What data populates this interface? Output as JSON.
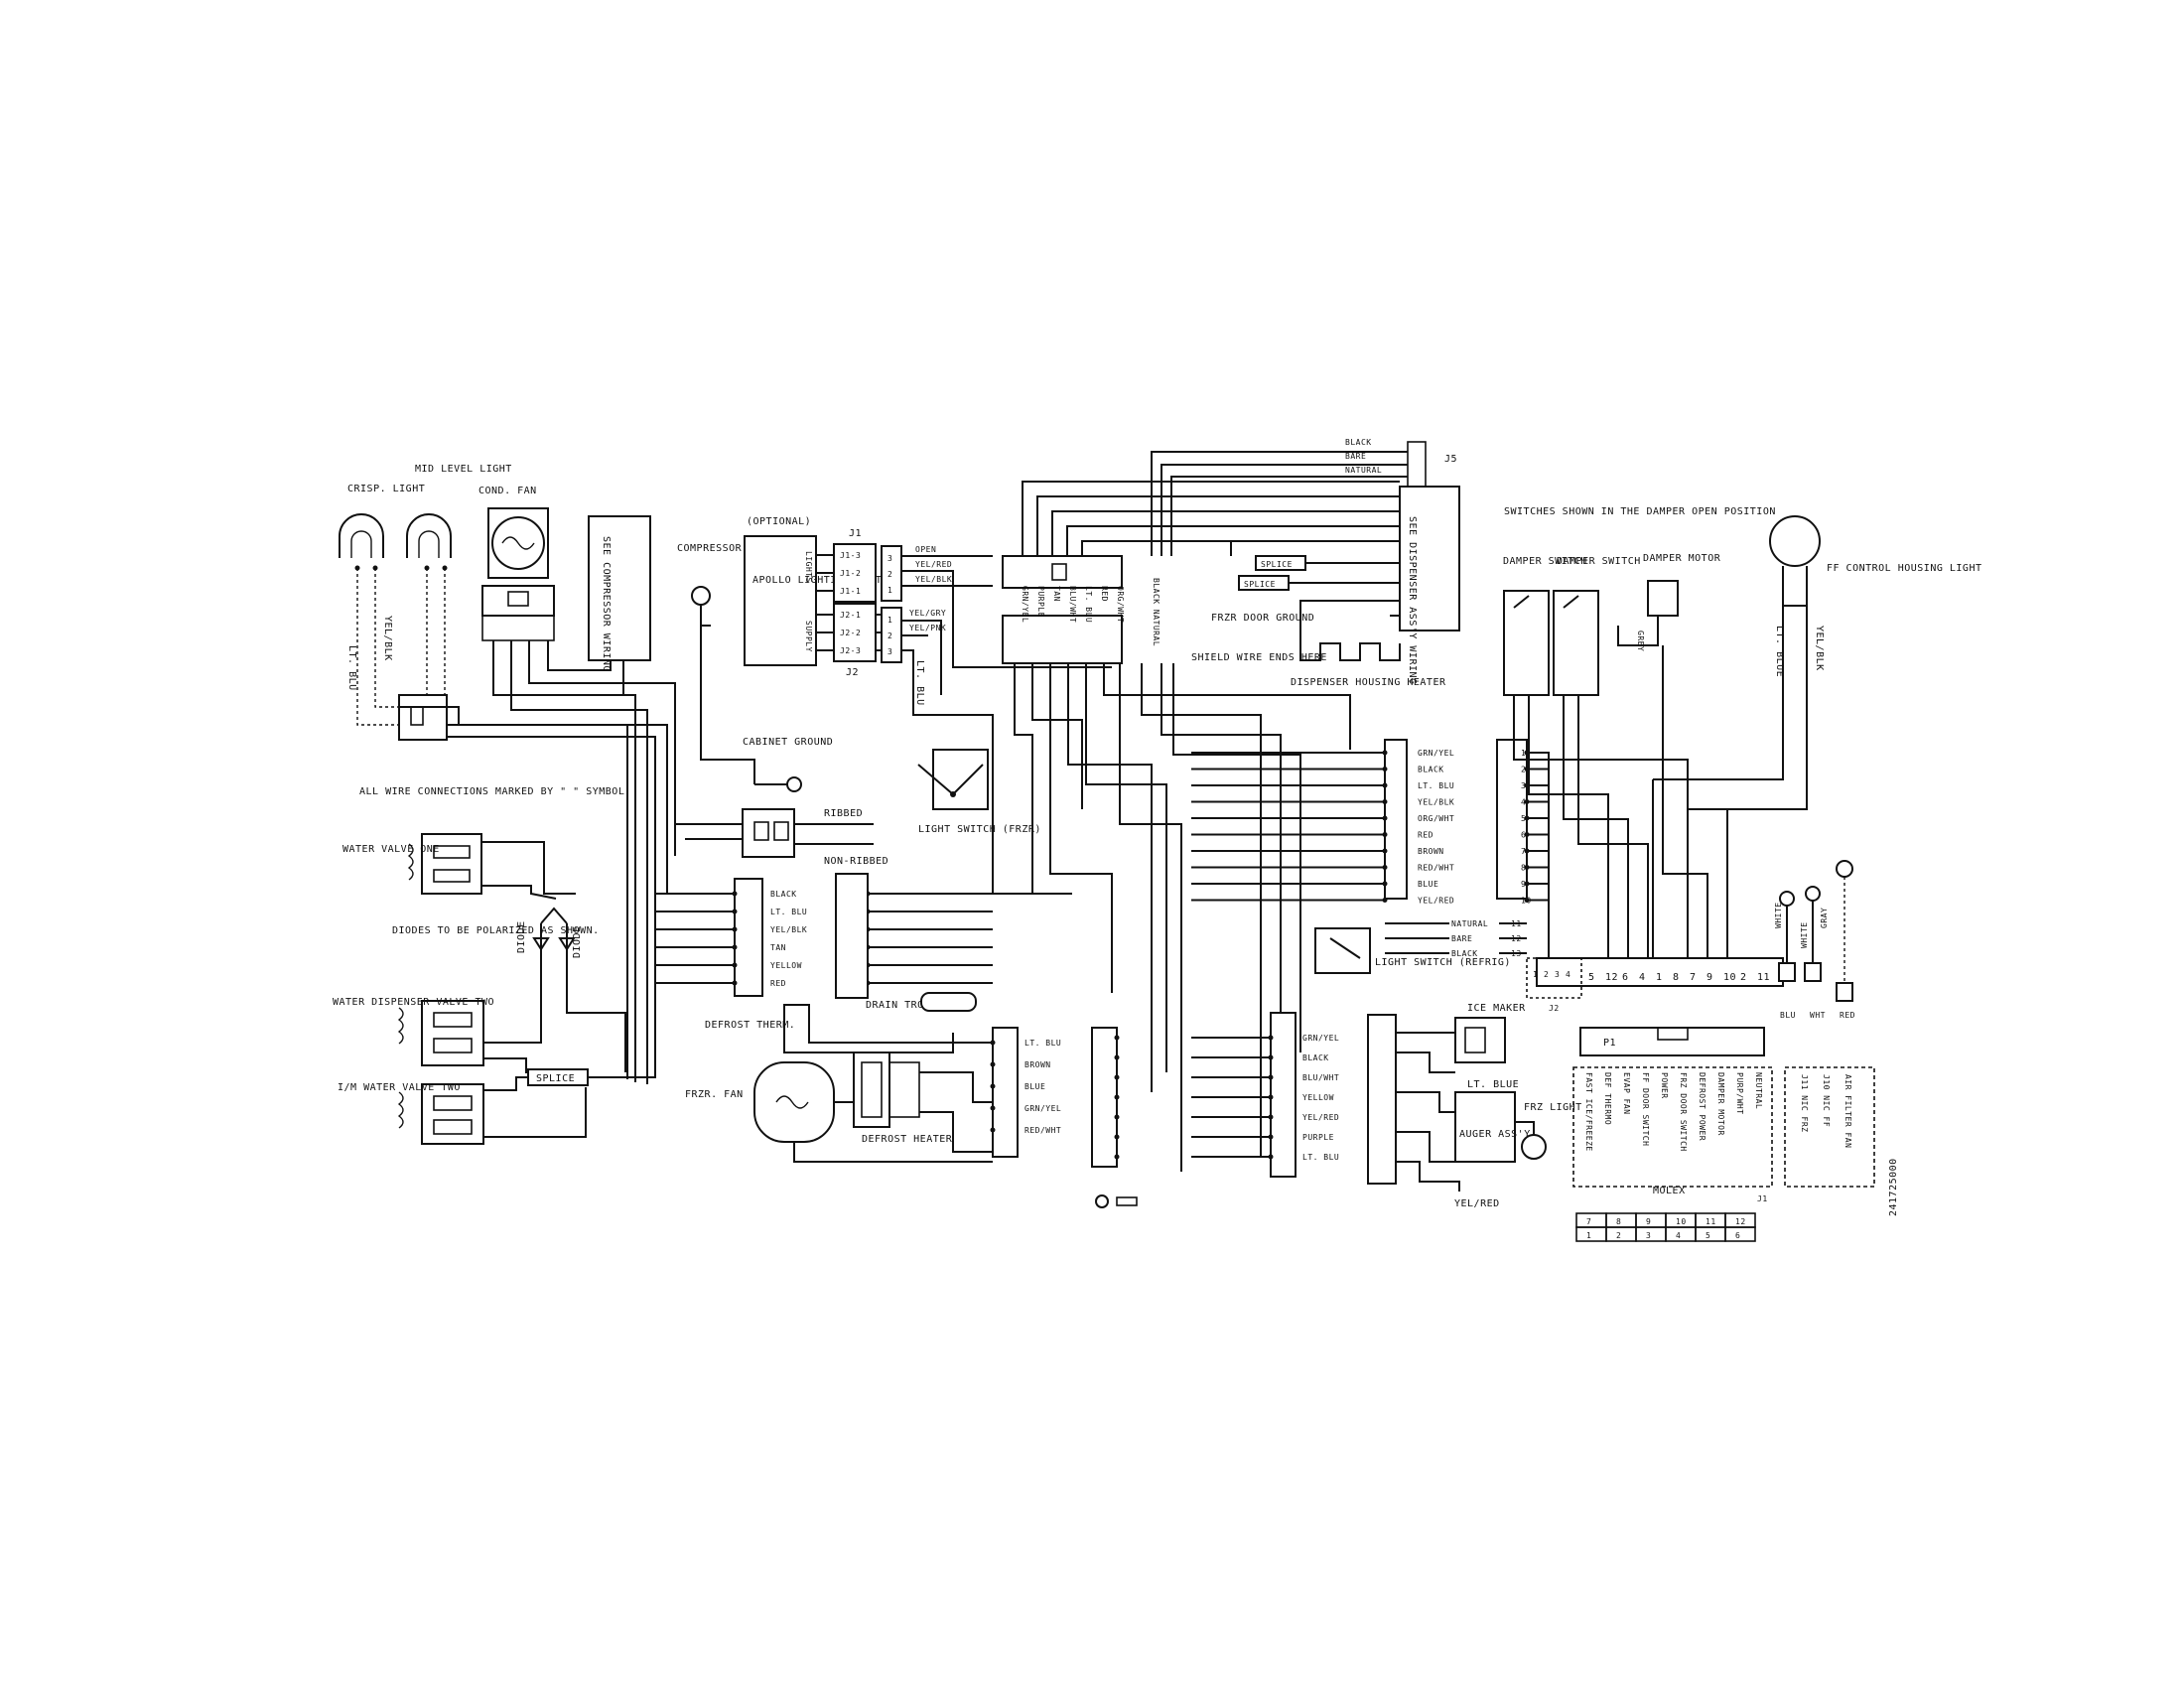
{
  "labels": {
    "crisp_light": "CRISP. LIGHT",
    "mid_level_light": "MID LEVEL LIGHT",
    "cond_fan": "COND. FAN",
    "see_compressor_wiring": "SEE COMPRESSOR WIRING",
    "compressor_ground": "COMPRESSOR GROUND",
    "optional": "(OPTIONAL)",
    "apollo_lighting_control": "APOLLO LIGHTING CONTROL",
    "lights": "LIGHTS",
    "supply": "SUPPLY",
    "j1": "J1",
    "j2": "J2",
    "j5": "J5",
    "wire_note": "ALL WIRE CONNECTIONS MARKED BY \" \" SYMBOL.",
    "cabinet_ground": "CABINET GROUND",
    "ribbed": "RIBBED",
    "non_ribbed": "NON-RIBBED",
    "light_switch_frzr": "LIGHT SWITCH (FRZR)",
    "water_valve_one": "WATER VALVE ONE",
    "diodes_note": "DIODES TO BE POLARIZED AS SHOWN.",
    "diode": "DIODE",
    "water_dispenser_valve_two": "WATER DISPENSER VALVE TWO",
    "im_water_valve_two": "I/M WATER VALVE TWO",
    "splice": "SPLICE",
    "drain_trough": "DRAIN TROUGH",
    "defrost_therm": "DEFROST THERM.",
    "frzr_fan": "FRZR. FAN",
    "defrost_heater": "DEFROST HEATER",
    "shield_wire": "SHIELD WIRE ENDS HERE",
    "frzr_door_ground": "FRZR DOOR GROUND",
    "dispenser_housing_heater": "DISPENSER HOUSING HEATER",
    "see_dispenser_wiring": "SEE DISPENSER ASS'Y WIRING",
    "switches_note": "SWITCHES SHOWN IN THE DAMPER OPEN POSITION",
    "damper_switch": "DAMPER SWITCH",
    "damper_motor": "DAMPER MOTOR",
    "ff_control_housing_light": "FF CONTROL HOUSING LIGHT",
    "light_switch_refrig": "LIGHT SWITCH (REFRIG)",
    "ice_maker": "ICE MAKER",
    "auger_assy": "AUGER ASS'Y",
    "frz_light": "FRZ LIGHT",
    "molex": "MOLEX",
    "p1": "P1",
    "grey": "GREY",
    "part_number": "241725000"
  },
  "wire_colors": {
    "lt_blu": "LT. BLU",
    "yel_blk": "YEL/BLK",
    "lt_blue_ff": "LT. BLUE",
    "yel_blk_ff": "YEL/BLK",
    "lt_blu_fan": "LT. BLU",
    "lt_blue_ice": "LT. BLUE",
    "yel_red_bottom": "YEL/RED",
    "white": "WHITE",
    "gray": "GRAY"
  },
  "j1_pins": [
    "J1-3",
    "J1-2",
    "J1-1"
  ],
  "j2_pins": [
    "J2-1",
    "J2-2",
    "J2-3"
  ],
  "top_conn_pins": [
    "3",
    "2",
    "1"
  ],
  "top_conn_wires": [
    "OPEN",
    "YEL/RED",
    "YEL/BLK"
  ],
  "bot_conn_pins": [
    "1",
    "2",
    "3"
  ],
  "bot_conn_wires": [
    "YEL/GRY",
    "YEL/PNK"
  ],
  "j5_wires": [
    "BLACK",
    "BARE",
    "NATURAL"
  ],
  "upper_conn_wires": [
    "GRN/YEL",
    "PURPLE",
    "TAN",
    "BLU/WHT",
    "LT. BLU",
    "RED",
    "ORG/WHT"
  ],
  "black_natural": "BLACK NATURAL",
  "ribbed_conn_wires": [
    "BLACK",
    "LT. BLU",
    "YEL/BLK",
    "TAN",
    "YELLOW",
    "RED"
  ],
  "right_conn_wires": [
    "GRN/YEL",
    "BLACK",
    "LT. BLU",
    "YEL/BLK",
    "ORG/WHT",
    "RED",
    "BROWN",
    "RED/WHT",
    "BLUE",
    "YEL/RED"
  ],
  "right_pin_numbers": [
    "1",
    "2",
    "3",
    "4",
    "5",
    "6",
    "7",
    "8",
    "9",
    "10"
  ],
  "lower_wires": [
    "NATURAL",
    "BARE",
    "BLACK"
  ],
  "lower_pin_numbers": [
    "11",
    "12",
    "13"
  ],
  "j3_pins": [
    "1",
    "2",
    "3",
    "4"
  ],
  "j2_bottom_pins": [
    "5",
    "12",
    "6",
    "4",
    "1",
    "8",
    "7",
    "9",
    "10",
    "2",
    "11"
  ],
  "defrost_conn_wires": [
    "LT. BLU",
    "BROWN",
    "BLUE",
    "GRN/YEL",
    "RED/WHT"
  ],
  "mid_conn_wires": [
    "GRN/YEL",
    "BLACK",
    "BLU/WHT",
    "YELLOW",
    "YEL/RED",
    "PURPLE",
    "LT. BLU"
  ],
  "wht_wire_labels": [
    "BLU",
    "WHT",
    "RED"
  ],
  "p1_functions": [
    "FAST ICE/FREEZE",
    "DEF THERMO",
    "EVAP FAN",
    "FF DOOR SWITCH",
    "POWER",
    "FRZ DOOR SWITCH",
    "DEFROST POWER",
    "DAMPER MOTOR",
    "PURP/WHT",
    "NEUTRAL"
  ],
  "j1_functions": [
    "J11 NIC FRZ",
    "J10 NIC FF",
    "AIR FILTER FAN"
  ],
  "j1_functions_label": "J1",
  "molex_rows": [
    [
      "7",
      "8",
      "9",
      "10",
      "11",
      "12"
    ],
    [
      "1",
      "2",
      "3",
      "4",
      "5",
      "6"
    ]
  ]
}
